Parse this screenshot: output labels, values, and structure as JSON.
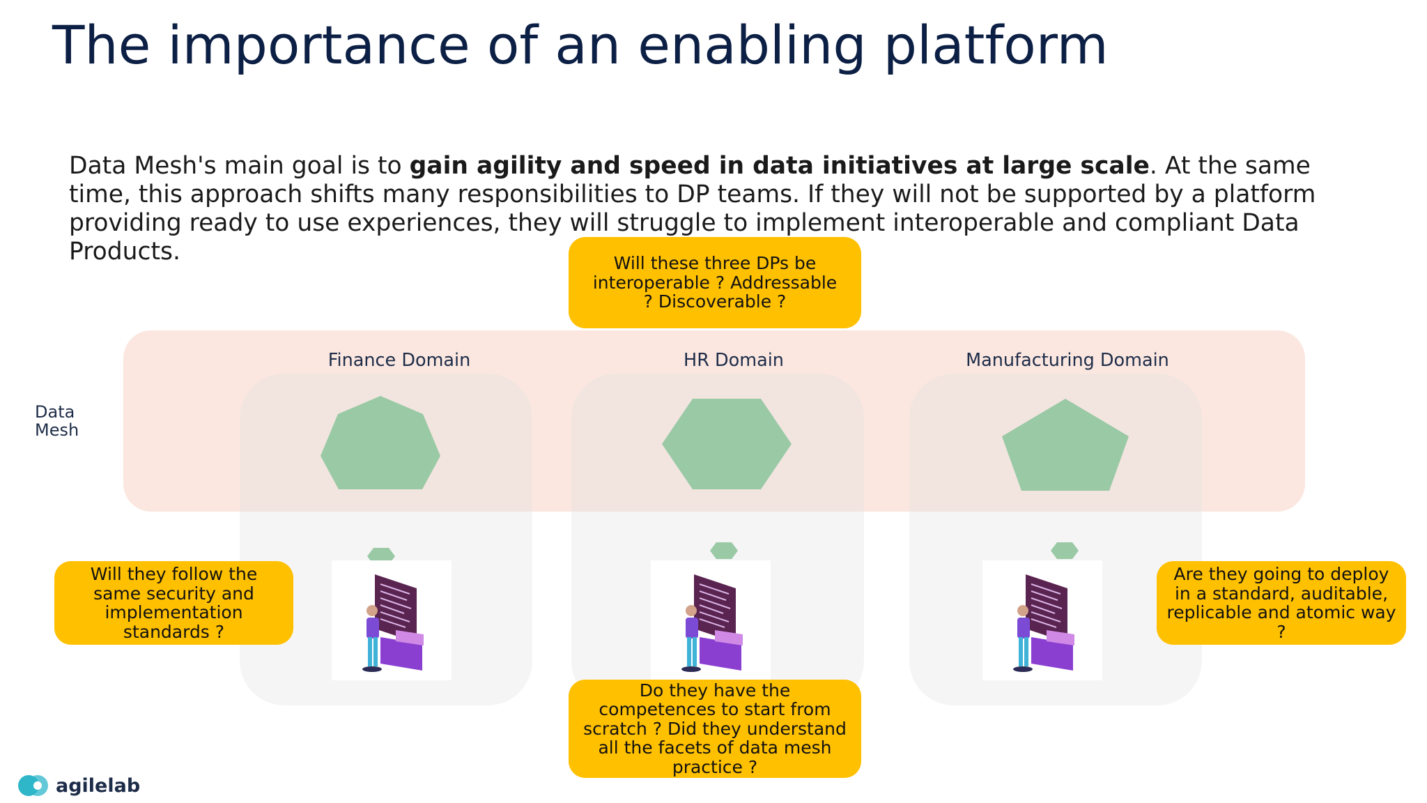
{
  "slide": {
    "title": "The importance of an enabling platform",
    "intro_before": "Data Mesh's main goal is to ",
    "intro_bold": "gain agility and speed in data initiatives at large scale",
    "intro_after": ". At the same time, this approach shifts many responsibilities to DP teams. If they will not be supported by a platform providing ready to use experiences, they will struggle to implement interoperable and compliant Data Products."
  },
  "mesh_label": "Data Mesh",
  "domains": [
    {
      "name": "Finance Domain",
      "shape": "heptagon"
    },
    {
      "name": "HR Domain",
      "shape": "hexagon"
    },
    {
      "name": "Manufacturing Domain",
      "shape": "pentagon"
    }
  ],
  "callouts": {
    "top": "Will these three DPs be interoperable ? Addressable ? Discoverable ?",
    "left": "Will they follow the same security and implementation standards ?",
    "right": "Are they going to deploy in a standard, auditable, replicable and atomic way ?",
    "bottom": "Do they have the competences to start from scratch ? Did they understand all the facets of data mesh practice ?"
  },
  "logo": {
    "text": "agilelab",
    "icon": "agilelab-logo-icon"
  },
  "colors": {
    "title": "#0c1f44",
    "callout": "#ffc000",
    "shape": "#9ac9a5",
    "mesh_band": "#fbe7e0",
    "developer_desk": "#8a3fd1",
    "developer_screen": "#5a2450"
  }
}
